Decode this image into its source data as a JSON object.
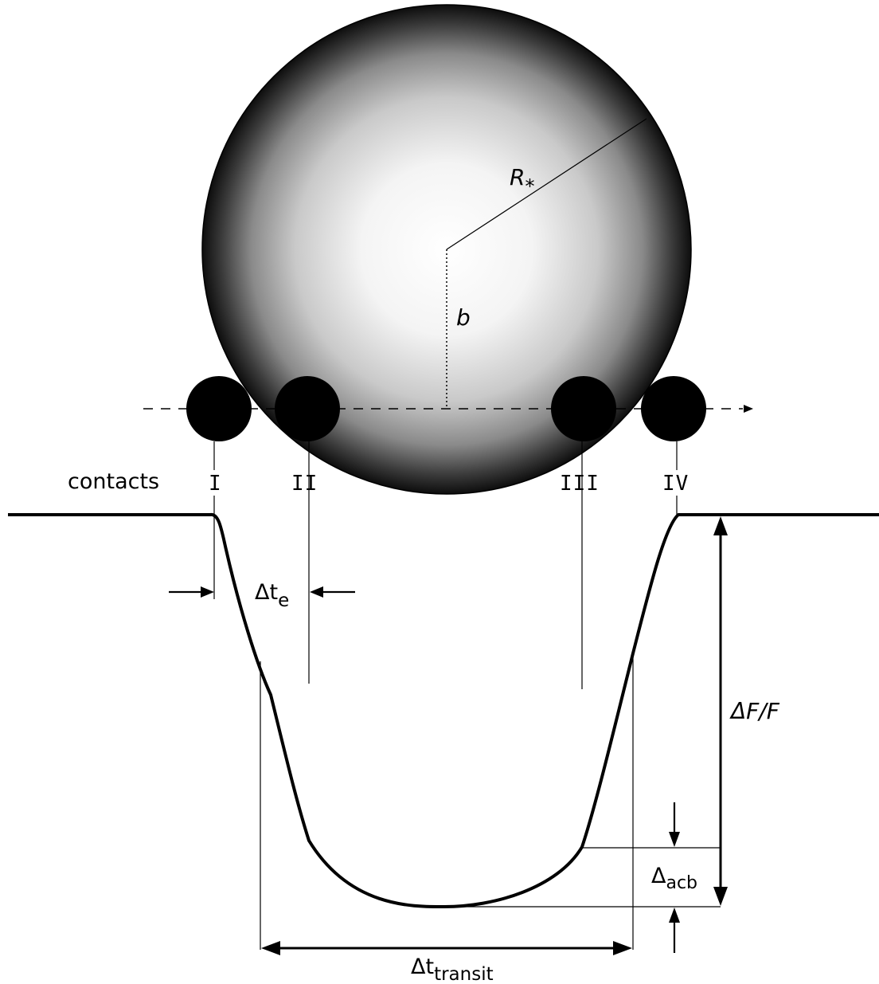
{
  "labels": {
    "contacts": "contacts",
    "contact_numbers": [
      "I",
      "II",
      "III",
      "IV"
    ],
    "radius_symbol": "R",
    "radius_subscript": "*",
    "impact_parameter": "b",
    "ingress_delta": "Δt",
    "ingress_subscript": "e",
    "depth_label": "ΔF/F",
    "limb_delta": "Δ",
    "limb_subscript": "acb",
    "transit_delta": "Δt",
    "transit_subscript": "transit"
  },
  "colors": {
    "ink": "#000000",
    "background": "#ffffff",
    "star_center": "#ffffff",
    "star_limb": "#111111"
  }
}
